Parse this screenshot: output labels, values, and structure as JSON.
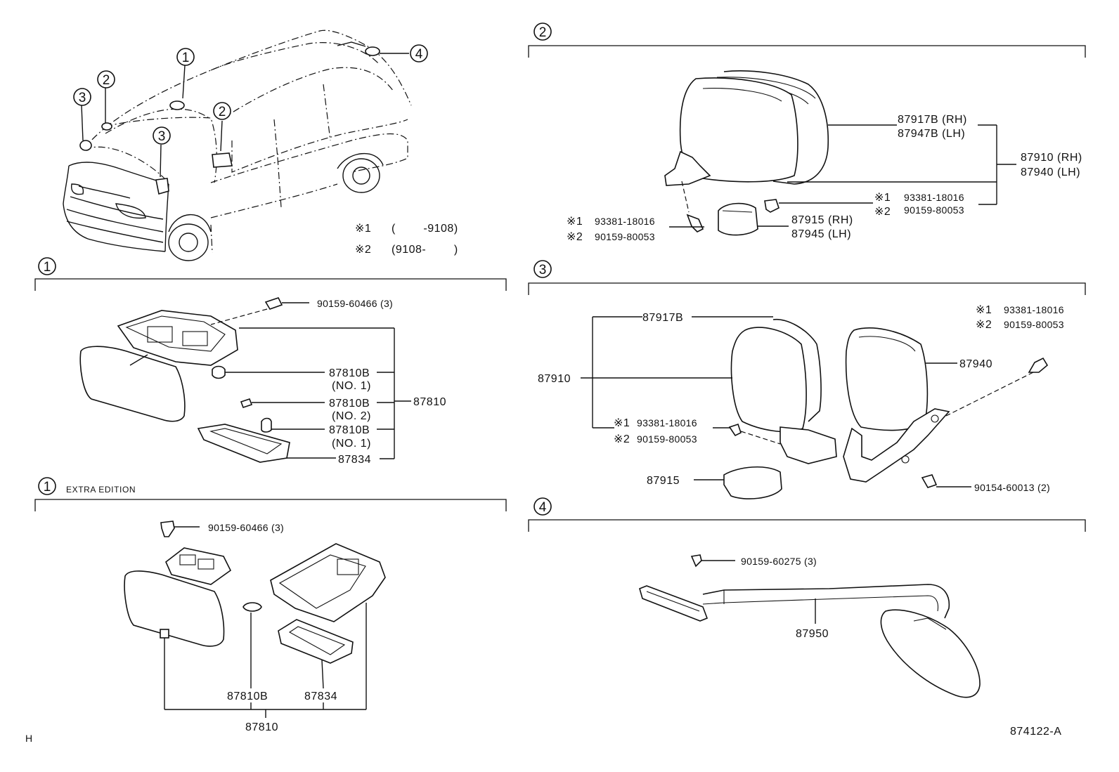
{
  "notes": {
    "note1_mark": "※1",
    "note1_range": "(        -9108)",
    "note2_mark": "※2",
    "note2_range": "(9108-        )"
  },
  "vehicle_callouts": [
    "1",
    "2",
    "3",
    "2",
    "3",
    "4"
  ],
  "section1": {
    "index": "1",
    "screw": "90159-60466 (3)",
    "bulb_a": "87810B",
    "bulb_a_no": "(NO. 1)",
    "bulb_b": "87810B",
    "bulb_b_no": "(NO. 2)",
    "bulb_c": "87810B",
    "bulb_c_no": "(NO. 1)",
    "assy": "87810",
    "lens": "87834"
  },
  "section1_extra": {
    "index": "1",
    "title": "EXTRA EDITION",
    "screw": "90159-60466 (3)",
    "bulb": "87810B",
    "lens": "87834",
    "assy": "87810"
  },
  "section2": {
    "index": "2",
    "mirror_rh": "87917B (RH)",
    "mirror_lh": "87947B (LH)",
    "assy_rh": "87910 (RH)",
    "assy_lh": "87940 (LH)",
    "screw_r_n1_mark": "※1",
    "screw_r_n1": "93381-18016",
    "screw_r_n2_mark": "※2",
    "screw_r_n2": "90159-80053",
    "screw_l_n1_mark": "※1",
    "screw_l_n1": "93381-18016",
    "screw_l_n2_mark": "※2",
    "screw_l_n2": "90159-80053",
    "cover_rh": "87915 (RH)",
    "cover_lh": "87945 (LH)"
  },
  "section3": {
    "index": "3",
    "mirror": "87917B",
    "assy_left": "87910",
    "assy_right": "87940",
    "screw_r_n1_mark": "※1",
    "screw_r_n1": "93381-18016",
    "screw_r_n2_mark": "※2",
    "screw_r_n2": "90159-80053",
    "screw_l_n1_mark": "※1",
    "screw_l_n1": "93381-18016",
    "screw_l_n2_mark": "※2",
    "screw_l_n2": "90159-80053",
    "cover": "87915",
    "bolt": "90154-60013 (2)"
  },
  "section4": {
    "index": "4",
    "screw": "90159-60275 (3)",
    "mirror": "87950"
  },
  "footer": {
    "left_mark": "H",
    "diagram_code": "874122-A"
  }
}
